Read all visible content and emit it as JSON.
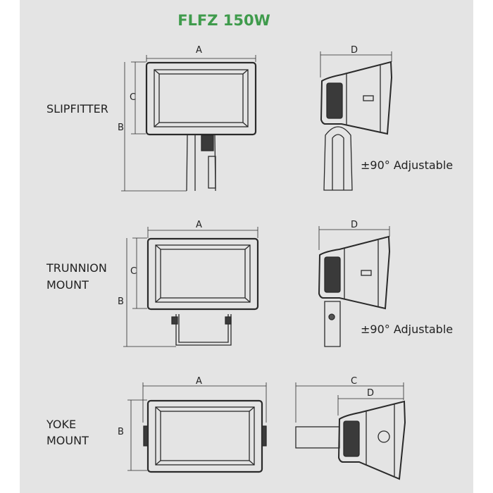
{
  "title": "FLFZ 150W",
  "colors": {
    "title": "#3f9b4c",
    "background": "#e4e4e4",
    "line": "#2a2a2a"
  },
  "sections": [
    {
      "label_lines": [
        "SLIPFITTER"
      ],
      "front_dims": {
        "a": "A",
        "b": "B",
        "c": "C"
      },
      "side_dims": {
        "d": "D"
      },
      "note": "±90° Adjustable"
    },
    {
      "label_lines": [
        "TRUNNION",
        "MOUNT"
      ],
      "front_dims": {
        "a": "A",
        "b": "B",
        "c": "C"
      },
      "side_dims": {
        "d": "D"
      },
      "note": "±90° Adjustable"
    },
    {
      "label_lines": [
        "YOKE",
        "MOUNT"
      ],
      "front_dims": {
        "a": "A",
        "b": "B"
      },
      "side_dims": {
        "c": "C",
        "d": "D"
      }
    }
  ]
}
